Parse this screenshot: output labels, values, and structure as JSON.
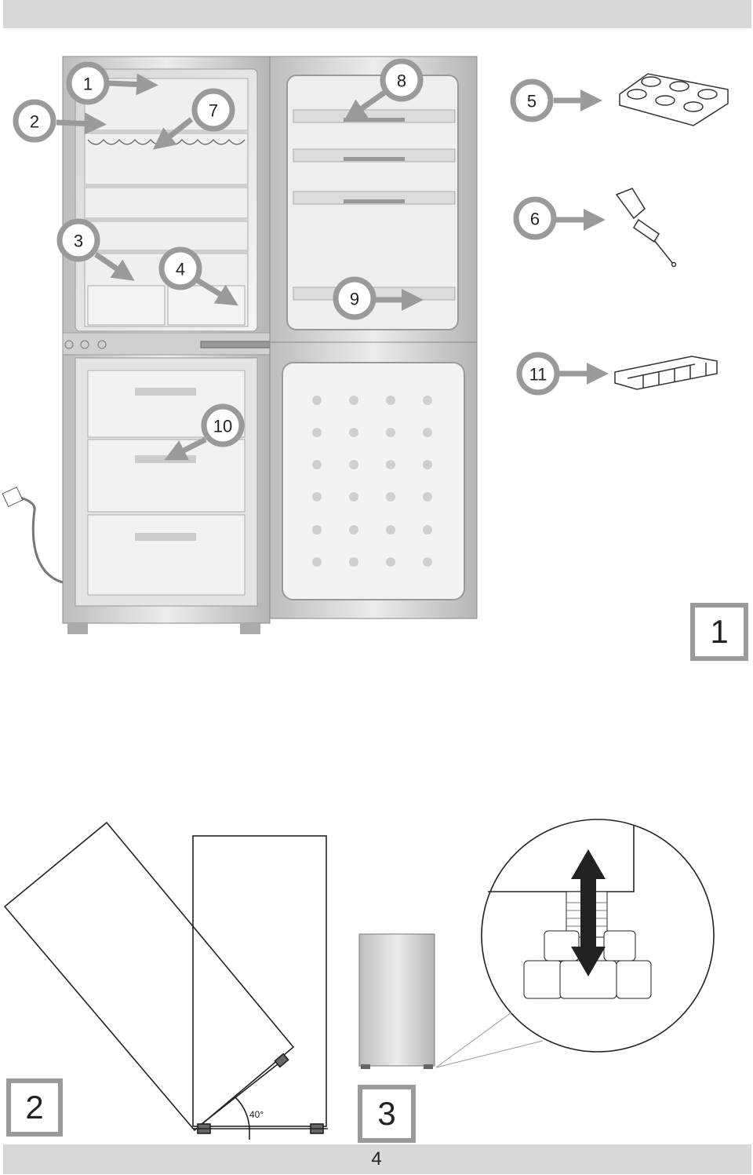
{
  "figure1": {
    "label": "1",
    "callouts": [
      "1",
      "2",
      "3",
      "4",
      "5",
      "6",
      "7",
      "8",
      "9",
      "10",
      "11"
    ]
  },
  "figure2": {
    "label": "2",
    "angle_label": "40°"
  },
  "figure3": {
    "label": "3"
  },
  "page": {
    "number": "4"
  },
  "colors": {
    "callout_ring": "#9a9a9a",
    "box_border": "#9a9a9a",
    "band": "#d9d9d9"
  }
}
